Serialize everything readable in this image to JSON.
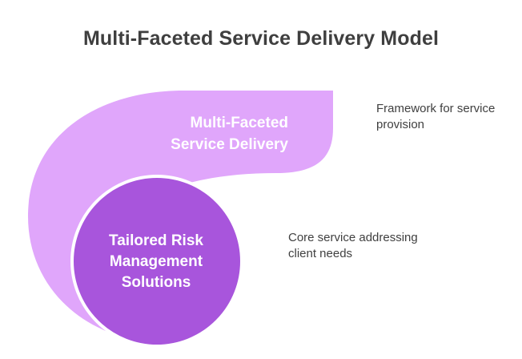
{
  "title": "Multi-Faceted Service Delivery Model",
  "layers": [
    {
      "label": "Multi-Faceted Service Delivery",
      "label_lines": [
        "Multi-Faceted",
        "Service Delivery"
      ],
      "description": "Framework for service provision",
      "description_lines": [
        "Framework for service",
        "provision"
      ],
      "color": "#e0a6fb"
    },
    {
      "label": "Tailored Risk Management Solutions",
      "label_lines": [
        "Tailored Risk",
        "Management",
        "Solutions"
      ],
      "description": "Core service addressing client needs",
      "description_lines": [
        "Core service addressing",
        "client needs"
      ],
      "color": "#a855dc"
    }
  ]
}
